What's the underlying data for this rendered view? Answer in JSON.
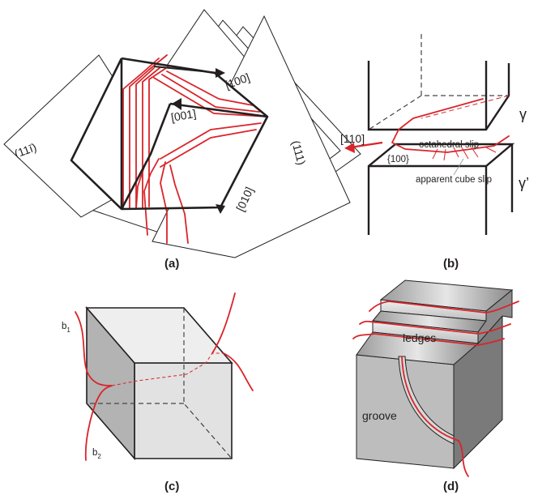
{
  "panels": {
    "a": {
      "label": "(a)",
      "planes": [
        "(11ī)",
        "(111)"
      ],
      "directions": [
        "[100]",
        "[001]",
        "[010]"
      ]
    },
    "b": {
      "label": "(b)",
      "direction": "[110]",
      "plane": "{100}",
      "phase_top": "γ",
      "phase_bottom": "γ’",
      "octahedral": "octahedral slip",
      "cube": "apparent cube slip"
    },
    "c": {
      "label": "(c)",
      "b1": "b",
      "b1_sub": "1",
      "b2": "b",
      "b2_sub": "2"
    },
    "d": {
      "label": "(d)",
      "ledges": "ledges",
      "groove": "groove"
    }
  },
  "colors": {
    "dislocation": "#d9252a",
    "line": "#231f20"
  }
}
